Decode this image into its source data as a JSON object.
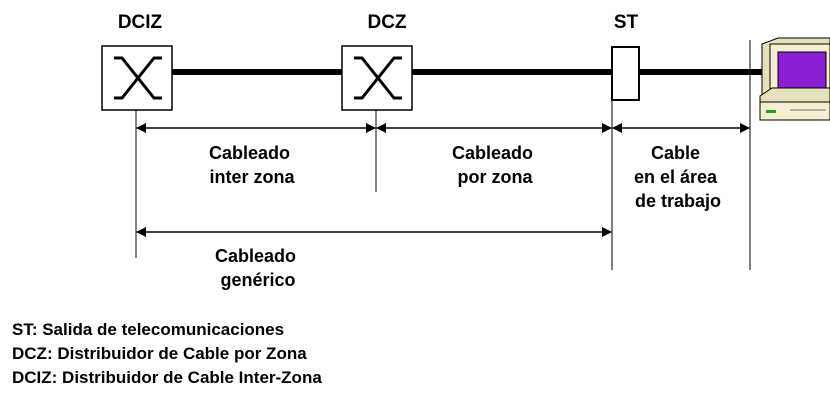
{
  "nodes": {
    "dciz": "DCIZ",
    "dcz": "DCZ",
    "st": "ST"
  },
  "segments": {
    "inter_zona": [
      "Cableado",
      "inter zona"
    ],
    "por_zona": [
      "Cableado",
      "por zona"
    ],
    "area_trabajo": [
      "Cable",
      "en el área",
      "de trabajo"
    ],
    "generico": [
      "Cableado",
      "genérico"
    ]
  },
  "legend": [
    "ST: Salida de telecomunicaciones",
    "DCZ: Distribuidor de Cable por Zona",
    "DCIZ: Distribuidor de Cable Inter-Zona"
  ],
  "colors": {
    "line": "#000000",
    "box_fill": "#ffffff",
    "computer_body": "#f3efd0",
    "screen": "#8a1fd6"
  }
}
